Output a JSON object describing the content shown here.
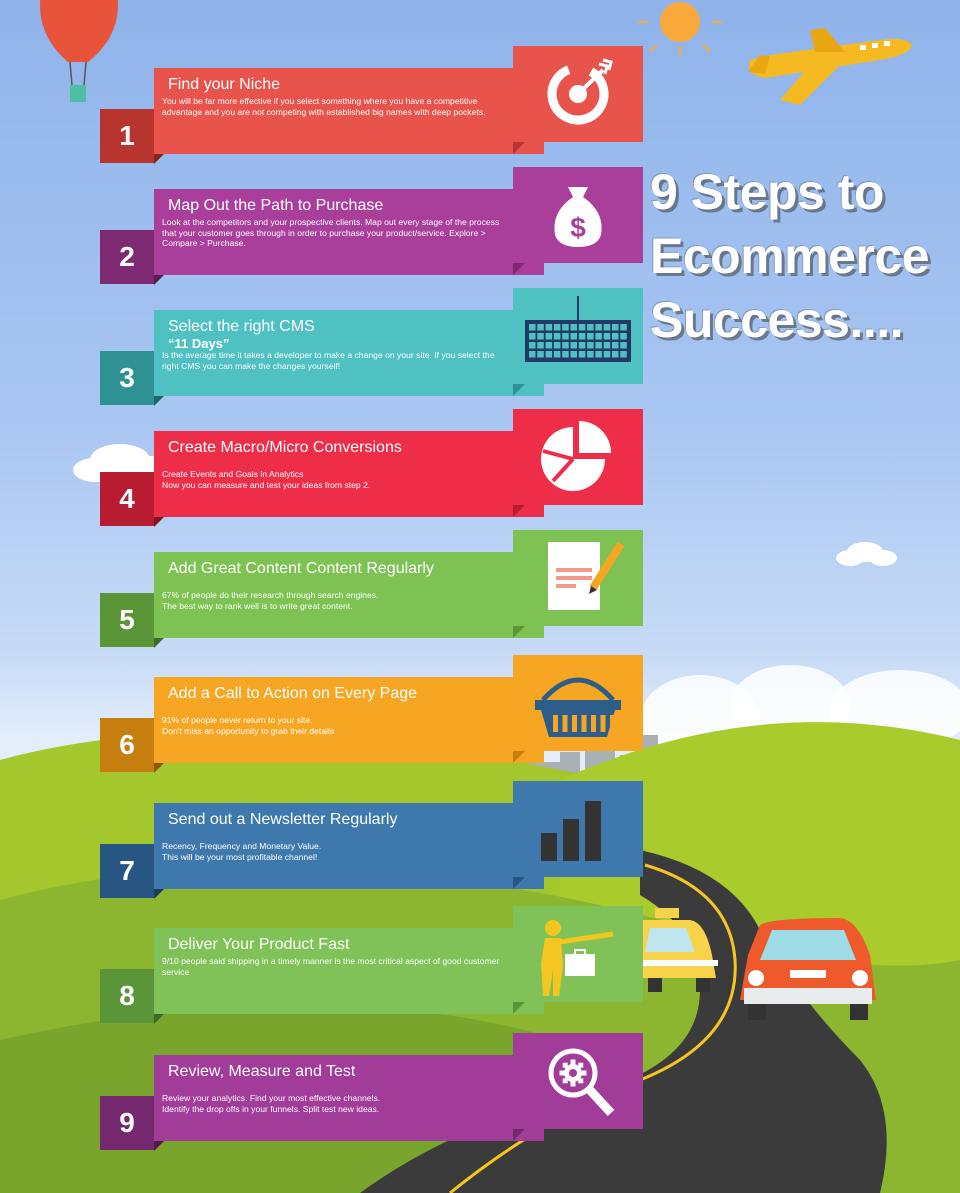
{
  "title": {
    "line1": "9 Steps to",
    "line2": "Ecommerce",
    "line3": "Success...."
  },
  "steps": [
    {
      "number": "1",
      "heading": "Find your Niche",
      "subheading": "",
      "text": "You will be far more effective if you select something where you have a competitive advantage and you are not competing with established big names with deep pockets.",
      "icon": "target-icon",
      "color": "#e8534c",
      "dark": "#b8352f"
    },
    {
      "number": "2",
      "heading": "Map Out the Path to Purchase",
      "subheading": "",
      "text": "Look at the competitors and your prospective clients. Map out every stage of the process that your  customer goes through in order to purchase your product/service. Explore > Compare > Purchase.",
      "icon": "money-bag-icon",
      "color": "#a93f9b",
      "dark": "#7d2a73"
    },
    {
      "number": "3",
      "heading": "Select the right CMS",
      "subheading": "“11 Days”",
      "text": "Is the average time it takes a developer to make a change on your site. If you select the right CMS you can make the changes yourself!",
      "icon": "keyboard-icon",
      "color": "#4fc1c3",
      "dark": "#2e9294"
    },
    {
      "number": "4",
      "heading": "Create Macro/Micro Conversions",
      "subheading": "",
      "text": "Create Events and Goals in Analytics\nNow you can measure and test your ideas from step 2.",
      "icon": "pie-chart-icon",
      "color": "#ee2e48",
      "dark": "#b81c31"
    },
    {
      "number": "5",
      "heading": "Add Great Content Content Regularly",
      "subheading": "",
      "text": "67% of people do their research through search engines.\nThe best way to rank well is to write great content.",
      "icon": "document-pencil-icon",
      "color": "#7ec254",
      "dark": "#5a9638"
    },
    {
      "number": "6",
      "heading": "Add a Call to Action on Every Page",
      "subheading": "",
      "text": "91% of people never return to your site.\nDon't miss an opportunity to grab their details",
      "icon": "basket-icon",
      "color": "#f6a623",
      "dark": "#c67e0f"
    },
    {
      "number": "7",
      "heading": "Send out a Newsletter Regularly",
      "subheading": "",
      "text": "Recency, Frequency and Monetary Value.\nThis will be your most profitable channel!",
      "icon": "bar-chart-icon",
      "color": "#3e78ad",
      "dark": "#285682"
    },
    {
      "number": "8",
      "heading": "Deliver Your Product Fast",
      "subheading": "",
      "text": "9/10 people said shipping in a timely manner is the most critical aspect of good customer service",
      "icon": "delivery-person-icon",
      "color": "#80c257",
      "dark": "#5b953a"
    },
    {
      "number": "9",
      "heading": "Review, Measure and Test",
      "subheading": "",
      "text": "Review your analytics. Find your most effective channels.\nIdentify the drop offs in your funnels. Split test new ideas.",
      "icon": "search-gear-icon",
      "color": "#a13c98",
      "dark": "#74286d"
    }
  ]
}
